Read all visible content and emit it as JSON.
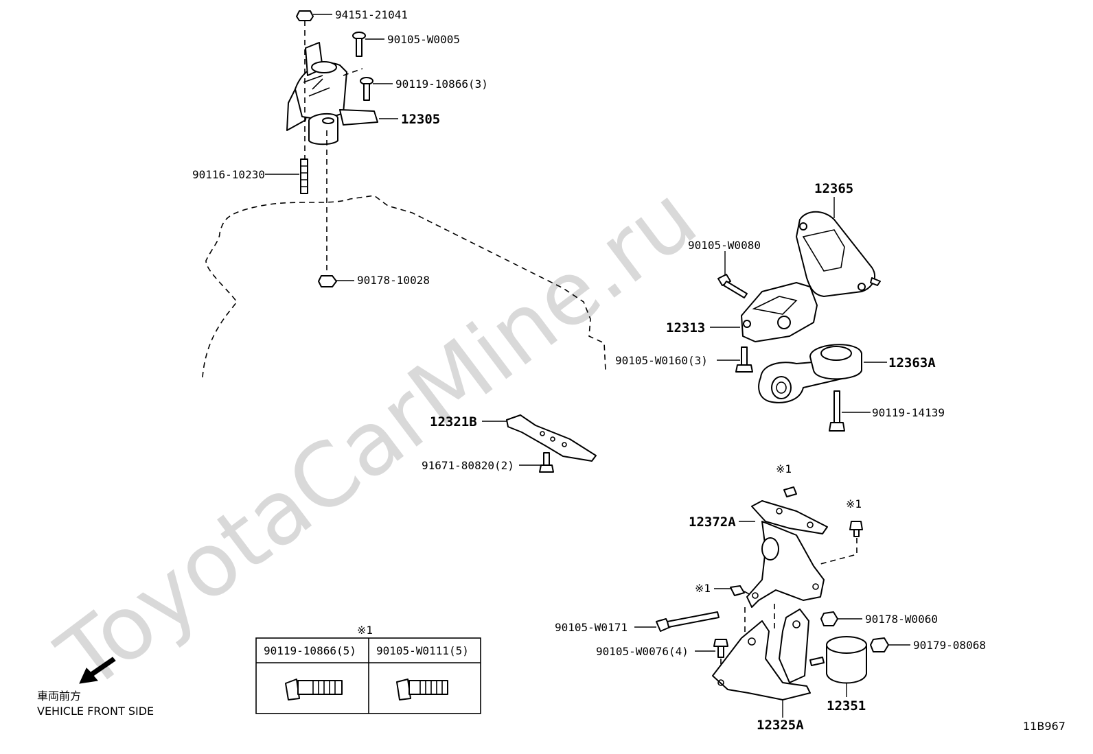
{
  "watermark": "ToyotaCarMine.ru",
  "parts": {
    "p1": "94151-21041",
    "p2": "90105-W0005",
    "p3": "90119-10866(3)",
    "p4": "12305",
    "p5": "90116-10230",
    "p6": "90178-10028",
    "p7": "12365",
    "p8": "90105-W0080",
    "p9": "12313",
    "p10": "90105-W0160(3)",
    "p11": "12363A",
    "p12": "90119-14139",
    "p13": "12321B",
    "p14": "91671-80820(2)",
    "p15": "12372A",
    "p16": "90105-W0171",
    "p17": "90105-W0076(4)",
    "p18": "90178-W0060",
    "p19": "90179-08068",
    "p20": "12351",
    "p21": "12325A"
  },
  "marks": {
    "m1": "※1",
    "m2": "※1",
    "m3": "※1",
    "table_mark": "※1"
  },
  "table": {
    "col1": "90119-10866(5)",
    "col2": "90105-W0111(5)"
  },
  "direction": {
    "jp": "車両前方",
    "en": "VEHICLE FRONT SIDE"
  },
  "figure_code": "11B967"
}
